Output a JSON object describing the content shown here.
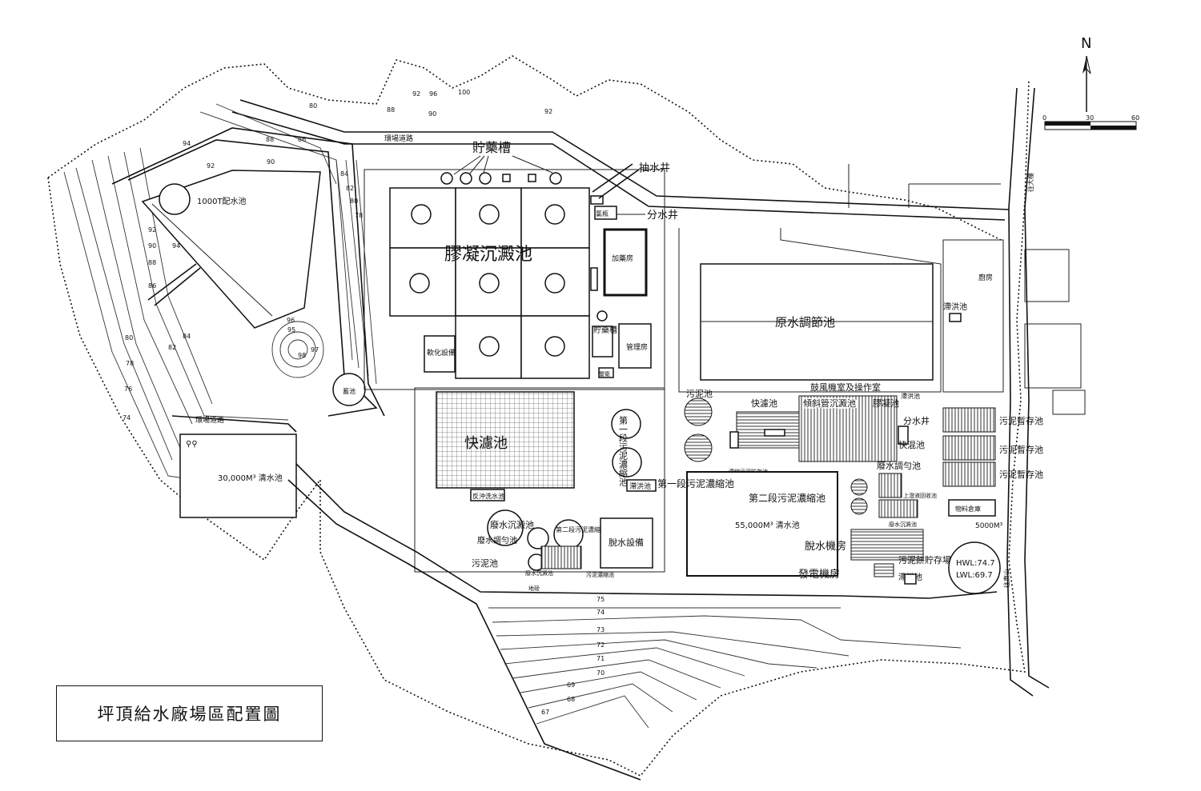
{
  "title": "坪頂給水廠場區配置圖",
  "north": "N",
  "scale": {
    "ticks": [
      "0",
      "30",
      "60"
    ]
  },
  "roads": {
    "top": "環場道路",
    "left": "環場道路",
    "right1": "往大樓",
    "right2": "往東山"
  },
  "facilities": {
    "chem_tank": "貯藥槽",
    "pump_well": "抽水井",
    "split_well": "分水井",
    "coag_basin": "膠凝沉澱池",
    "dist_pool": "1000T配水池",
    "chlor_room": "加藥房",
    "chem_tank2": "貯藥槽",
    "mgmt": "管理房",
    "soften": "軟化設備",
    "raw_basin": "原水調節池",
    "kitchen": "廚房",
    "flood1": "滯洪池",
    "fast_filter": "快濾池",
    "sludge_tank": "污泥池",
    "thick1": "第一段污泥濃縮池",
    "thick1_b": "第一段污泥濃縮池",
    "thick2": "第二段污泥濃縮池",
    "flood2": "滯洪池",
    "blower": "鼓風機室及操作室",
    "tube_settler": "傾斜管沉澱池",
    "fast_filter2": "快濾池",
    "coag2": "膠凝池",
    "flood_b": "滯洪池",
    "split2": "分水井",
    "rapid_mix": "快混池",
    "ww_eq": "廢水調勻池",
    "sludge_store1": "污泥暫存池",
    "sludge_store2": "污泥暫存池",
    "sludge_store3": "污泥暫存池",
    "material": "物料倉庫",
    "tank5000": "5000M³",
    "hwl": "HWL:74.7",
    "lwl": "LWL:69.7",
    "clear55": "55,000M³ 清水池",
    "dewater": "脫水機房",
    "power": "發電機房",
    "sludge_cake": "污泥餅貯存場",
    "flood3": "滯洪池",
    "clear30": "30,000M³ 清水池",
    "ww_sed": "廢水沉澱池",
    "ww_eq2": "廢水調勻池",
    "thick2b": "第二段污泥濃縮池",
    "sludge_pool2": "污泥池",
    "dewater_eq": "脫水設備",
    "small1": "廢水沉澱池",
    "small2": "污泥濃縮池",
    "pump_room": "地磅",
    "chl": "氯瓶",
    "pool_small": "蓄池",
    "backwash": "反沖洗水池",
    "sub_filter": "濃縮污泥貯存池",
    "washroom": "上澄液回收池",
    "ww_sed2": "廢水沉澱池",
    "gate": "警衛"
  },
  "contours": {
    "north": [
      "80",
      "88",
      "92",
      "96",
      "100",
      "90",
      "92",
      "88",
      "86",
      "90"
    ],
    "west": [
      "94",
      "92",
      "92",
      "90",
      "88",
      "86",
      "94",
      "84",
      "82",
      "80",
      "78",
      "76",
      "74",
      "84",
      "82",
      "80",
      "78"
    ],
    "south": [
      "75",
      "74",
      "73",
      "72",
      "71",
      "70",
      "69",
      "68",
      "67"
    ],
    "mound": [
      "96",
      "98",
      "97",
      "95"
    ]
  }
}
